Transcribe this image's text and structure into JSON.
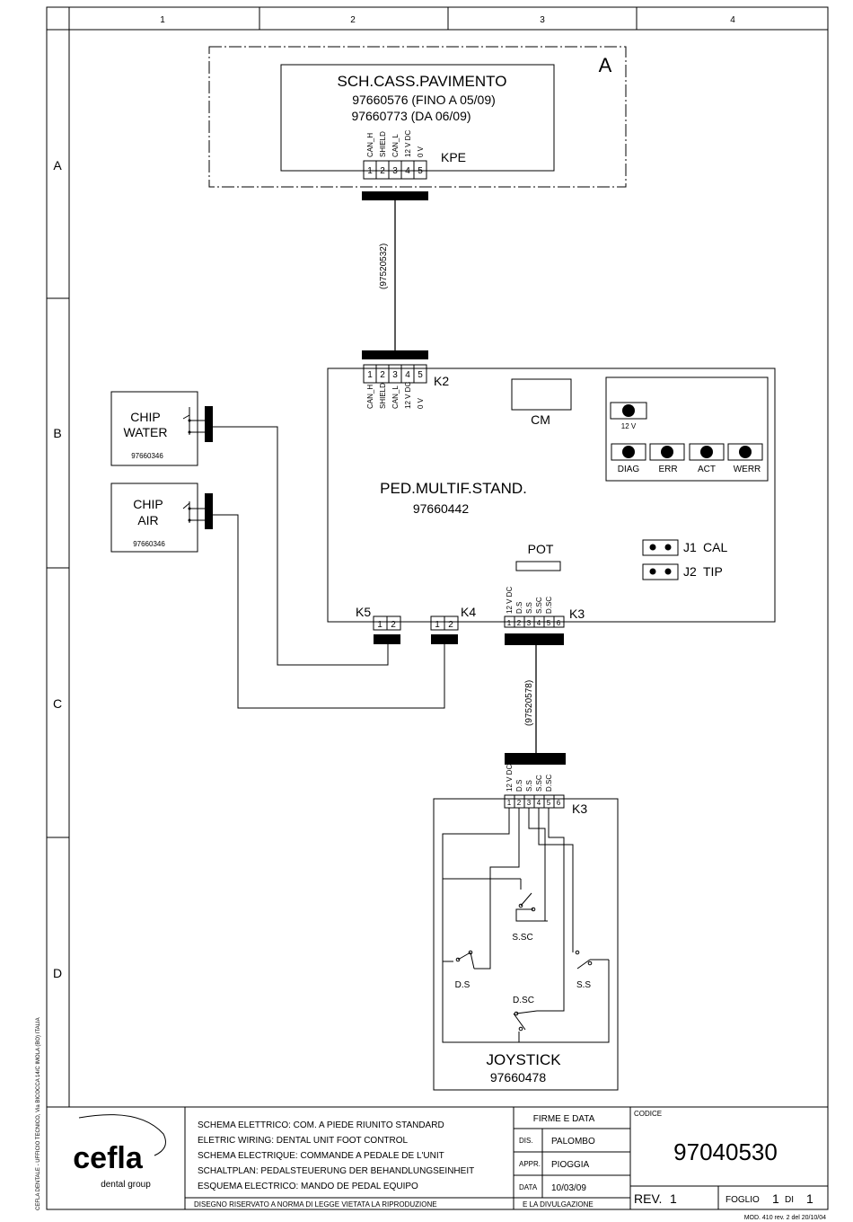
{
  "columns": [
    "1",
    "2",
    "3",
    "4"
  ],
  "rows": [
    "A",
    "B",
    "C",
    "D"
  ],
  "side_note": "CEFLA DENTALE - UFFICIO TECNICO, Via BICOCCA 14/C IMOLA (BO) ITALIA",
  "group_a": {
    "letter": "A",
    "board_title": "SCH.CASS.PAVIMENTO",
    "code_1": "97660576 (FINO A 05/09)",
    "code_2": "97660773 (DA 06/09)",
    "connector": "KPE",
    "pin_labels": [
      "CAN_H",
      "SHIELD",
      "CAN_L",
      "12 V DC",
      "0 V"
    ],
    "pins": [
      "1",
      "2",
      "3",
      "4",
      "5"
    ]
  },
  "cable_1": "(97520532)",
  "cable_2": "(97520578)",
  "main_board": {
    "title": "PED.MULTIF.STAND.",
    "code": "97660442",
    "k2": "K2",
    "k2_pin_labels": [
      "CAN_H",
      "SHIELD",
      "CAN_L",
      "12 V DC",
      "0 V"
    ],
    "cm": "CM",
    "led_12v": "12 V",
    "leds": [
      "DIAG",
      "ERR",
      "ACT",
      "WERR"
    ],
    "pot": "POT",
    "j1": "J1",
    "j1_label": "CAL",
    "j2": "J2",
    "j2_label": "TIP",
    "k5": "K5",
    "k4": "K4",
    "k3": "K3",
    "two_pins": [
      "1",
      "2"
    ],
    "k3_pins": [
      "1",
      "2",
      "3",
      "4",
      "5",
      "6"
    ],
    "k3_pin_labels": [
      "12 V DC",
      "D.S",
      "S.S",
      "S.SC",
      "D.SC"
    ]
  },
  "chip_water": {
    "line1": "CHIP",
    "line2": "WATER",
    "code": "97660346"
  },
  "chip_air": {
    "line1": "CHIP",
    "line2": "AIR",
    "code": "97660346"
  },
  "joystick": {
    "k3": "K3",
    "pins": [
      "1",
      "2",
      "3",
      "4",
      "5",
      "6"
    ],
    "pin_labels": [
      "12 V DC",
      "D.S",
      "S.S",
      "S.SC",
      "D.SC"
    ],
    "sw_ssc": "S.SC",
    "sw_ds": "D.S",
    "sw_ss": "S.S",
    "sw_dsc": "D.SC",
    "title": "JOYSTICK",
    "code": "97660478"
  },
  "title_block": {
    "logo": "cefla",
    "logo_sub": "dental group",
    "desc": [
      "SCHEMA ELETTRICO: COM. A PIEDE RIUNITO STANDARD",
      "ELETRIC WIRING: DENTAL UNIT FOOT CONTROL",
      "SCHEMA ELECTRIQUE: COMMANDE A PEDALE DE L'UNIT",
      "SCHALTPLAN: PEDALSTEUERUNG DER BEHANDLUNGSEINHEIT",
      "ESQUEMA ELECTRICO: MANDO DE PEDAL EQUIPO"
    ],
    "notice_1": "DISEGNO RISERVATO A NORMA DI LEGGE VIETATA LA RIPRODUZIONE",
    "notice_2": "E LA DIVULGAZIONE",
    "firme": "FIRME E DATA",
    "dis_label": "DIS.",
    "dis_value": "PALOMBO",
    "appr_label": "APPR.",
    "appr_value": "PIOGGIA",
    "data_label": "DATA",
    "data_value": "10/03/09",
    "codice_label": "CODICE",
    "codice_value": "97040530",
    "rev_label": "REV.",
    "rev_value": "1",
    "foglio_label": "FOGLIO",
    "foglio_value": "1",
    "di_label": "DI",
    "di_value": "1",
    "mod": "MOD. 410 rev. 2 del 20/10/04"
  }
}
